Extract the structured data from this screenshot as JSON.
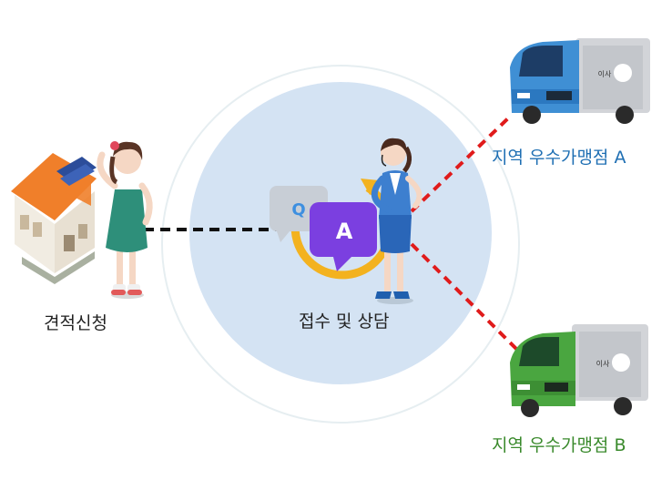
{
  "labels": {
    "customer": "견적신청",
    "center": "접수 및 상담",
    "branch_a": "지역 우수가맹점 A",
    "branch_b": "지역 우수가맹점 B"
  },
  "qa": {
    "q": "Q",
    "a": "A"
  },
  "truck_sign": "이사",
  "colors": {
    "circle_fill": "#d4e3f3",
    "outer_ring": "#e6eef1",
    "dash_black": "#111111",
    "dash_red": "#e01b1b",
    "label_a": "#1f6fb3",
    "label_b": "#3a8a2c",
    "truck_a": "#3f8fd4",
    "truck_b": "#4aa640",
    "bubble_q": "#c8ced6",
    "bubble_a": "#7b3fe0",
    "arrow_orange": "#f3b21f"
  },
  "icons": [
    "house-icon",
    "customer-woman-icon",
    "qa-bubbles-icon",
    "consultant-woman-icon",
    "truck-icon"
  ]
}
